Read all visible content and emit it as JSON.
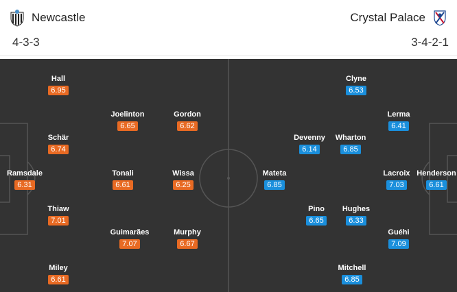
{
  "home": {
    "name": "Newcastle",
    "formation": "4-3-3",
    "crest": "newcastle-crest-icon",
    "rating_color": "#e86a23",
    "players": [
      {
        "name": "Hall",
        "rating": "6.95"
      },
      {
        "name": "Joelinton",
        "rating": "6.65"
      },
      {
        "name": "Gordon",
        "rating": "6.62"
      },
      {
        "name": "Schär",
        "rating": "6.74"
      },
      {
        "name": "Ramsdale",
        "rating": "6.31"
      },
      {
        "name": "Tonali",
        "rating": "6.61"
      },
      {
        "name": "Wissa",
        "rating": "6.25"
      },
      {
        "name": "Thiaw",
        "rating": "7.01"
      },
      {
        "name": "Guimarães",
        "rating": "7.07"
      },
      {
        "name": "Murphy",
        "rating": "6.67"
      },
      {
        "name": "Miley",
        "rating": "6.61"
      }
    ]
  },
  "away": {
    "name": "Crystal Palace",
    "formation": "3-4-2-1",
    "crest": "crystal-palace-crest-icon",
    "rating_color": "#1a8fdc",
    "players": [
      {
        "name": "Clyne",
        "rating": "6.53"
      },
      {
        "name": "Lerma",
        "rating": "6.41"
      },
      {
        "name": "Devenny",
        "rating": "6.14"
      },
      {
        "name": "Wharton",
        "rating": "6.85"
      },
      {
        "name": "Mateta",
        "rating": "6.85"
      },
      {
        "name": "Lacroix",
        "rating": "7.03"
      },
      {
        "name": "Henderson",
        "rating": "6.61"
      },
      {
        "name": "Pino",
        "rating": "6.65"
      },
      {
        "name": "Hughes",
        "rating": "6.33"
      },
      {
        "name": "Guéhi",
        "rating": "7.09"
      },
      {
        "name": "Mitchell",
        "rating": "6.85"
      }
    ]
  },
  "pitch": {
    "background": "#333333",
    "line_color": "#555555"
  }
}
